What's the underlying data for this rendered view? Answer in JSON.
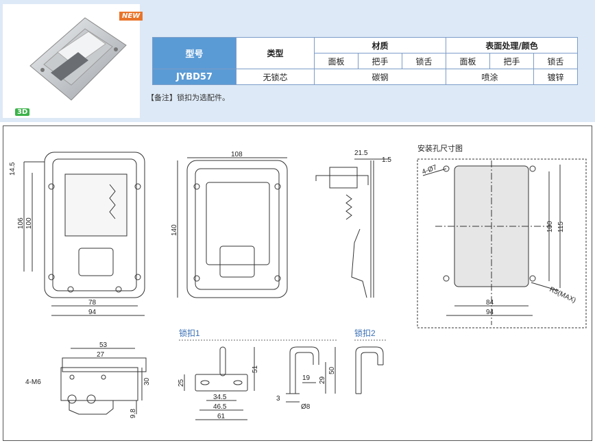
{
  "header": {
    "new_badge": "NEW",
    "badge_3d": "3D"
  },
  "spec_table": {
    "col_model": "型号",
    "col_type": "类型",
    "col_material": "材质",
    "col_surface": "表面处理/颜色",
    "sub_headers": [
      "面板",
      "把手",
      "锁舌",
      "面板",
      "把手",
      "锁舌"
    ],
    "row": {
      "model": "JYBD57",
      "type": "无锁芯",
      "material": "碳钢",
      "surface_main": "喷涂",
      "surface_tongue": "镀锌"
    },
    "note": "【备注】锁扣为选配件。"
  },
  "drawing": {
    "mount_title": "安装孔尺寸图",
    "hook1_title": "锁扣1",
    "hook2_title": "锁扣2",
    "front_dims": {
      "d14_5": "14.5",
      "d106": "106",
      "d100": "100",
      "d78": "78",
      "d94": "94"
    },
    "back_dims": {
      "d108": "108",
      "d140": "140"
    },
    "side_dims": {
      "d21_5": "21.5",
      "d1_5": "1.5"
    },
    "mount_dims": {
      "hole": "4-Ø7",
      "d100": "100",
      "d115": "115",
      "d84": "84",
      "d94": "94",
      "radius": "R5(MAX)"
    },
    "bottom_dims": {
      "d53": "53",
      "d27": "27",
      "thread": "4-M6",
      "d30": "30",
      "d9_8": "9.8"
    },
    "hook1_dims": {
      "d25": "25",
      "d51": "51",
      "d34_5": "34.5",
      "d46_5": "46.5",
      "d61": "61"
    },
    "hook_side_dims": {
      "d19": "19",
      "d29": "29",
      "d50": "50",
      "d3": "3",
      "d8": "Ø8"
    }
  }
}
